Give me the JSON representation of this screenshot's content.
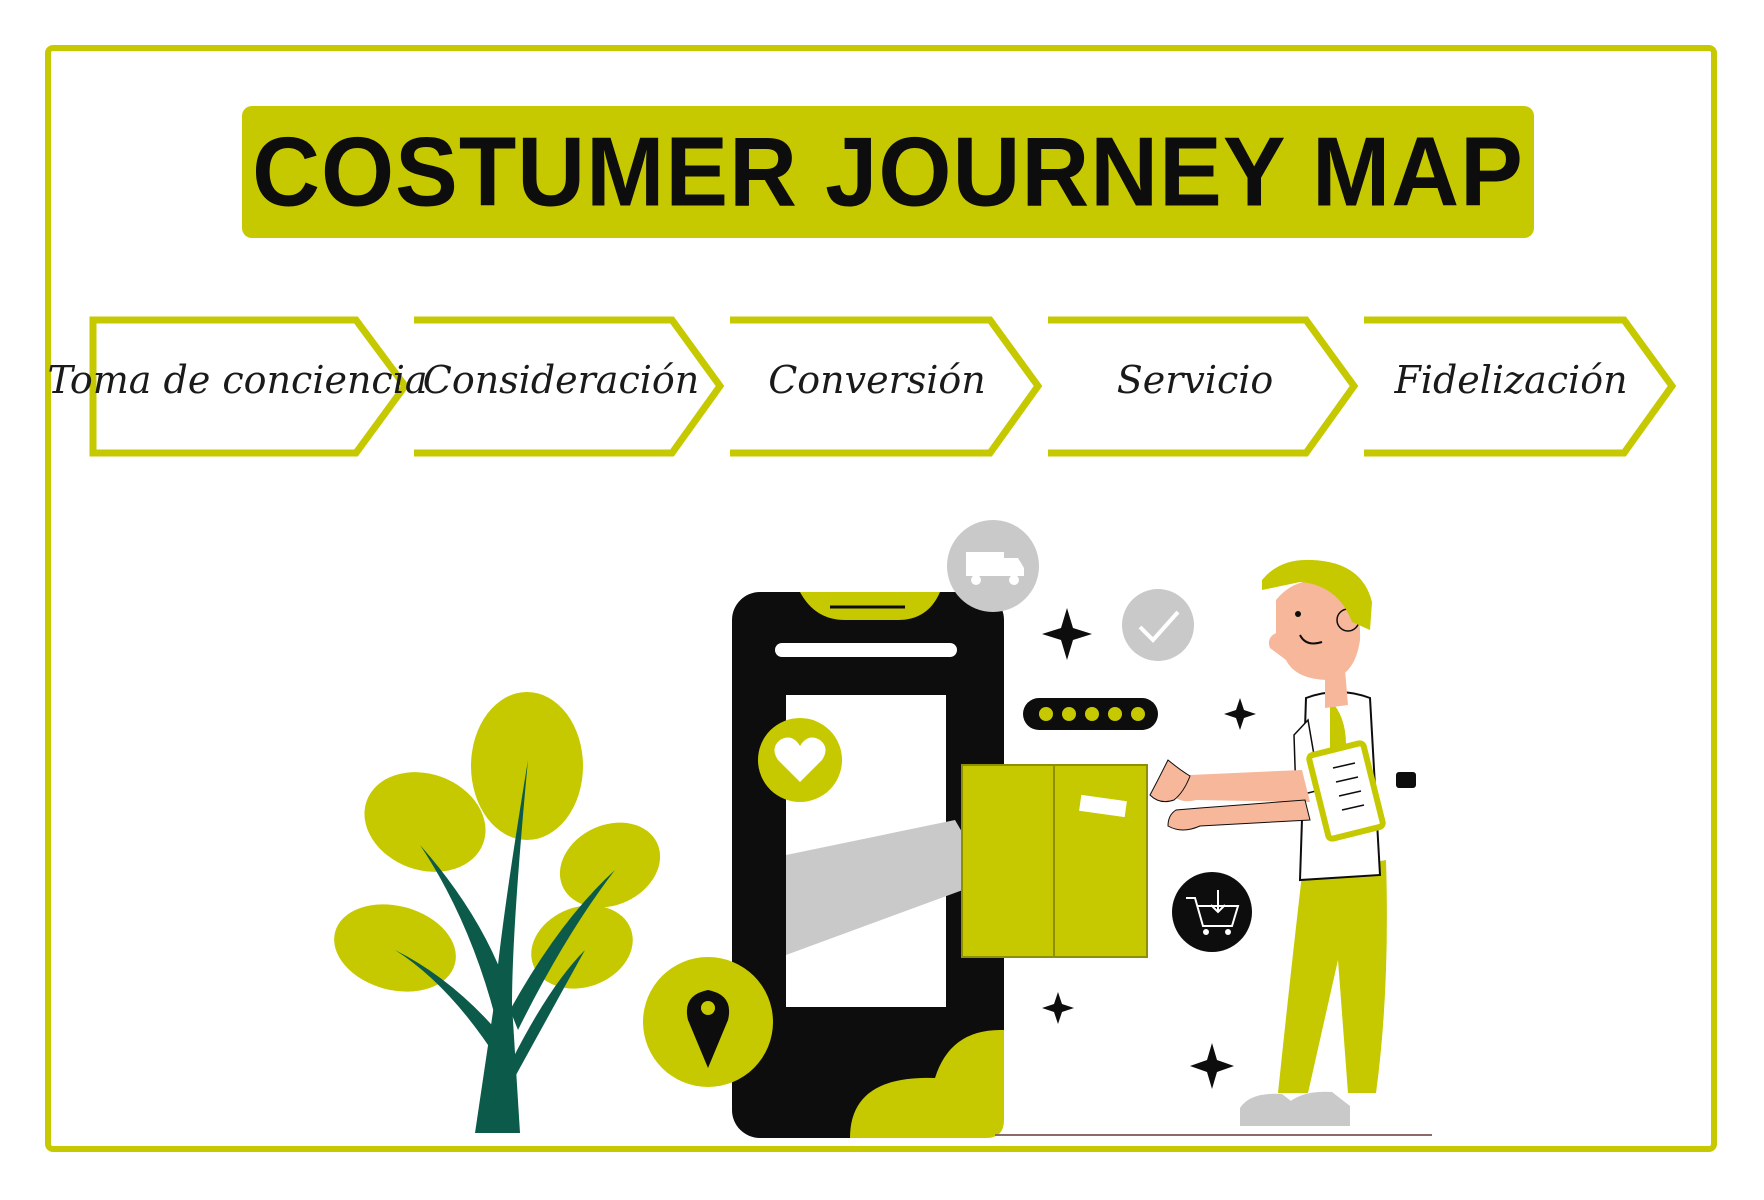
{
  "title": "COSTUMER JOURNEY MAP",
  "stages": [
    {
      "label": "Toma de conciencia"
    },
    {
      "label": "Consideración"
    },
    {
      "label": "Conversión"
    },
    {
      "label": "Servicio"
    },
    {
      "label": "Fidelización"
    }
  ],
  "colors": {
    "accent": "#c6c900",
    "dark_green": "#0b5a4a",
    "black": "#0d0d0d",
    "grey": "#c9c9c9",
    "skin": "#f7b79b"
  },
  "icons": [
    "truck-icon",
    "check-icon",
    "heart-icon",
    "location-pin-icon",
    "cart-icon",
    "star-rating-icon",
    "sparkle-icon"
  ]
}
